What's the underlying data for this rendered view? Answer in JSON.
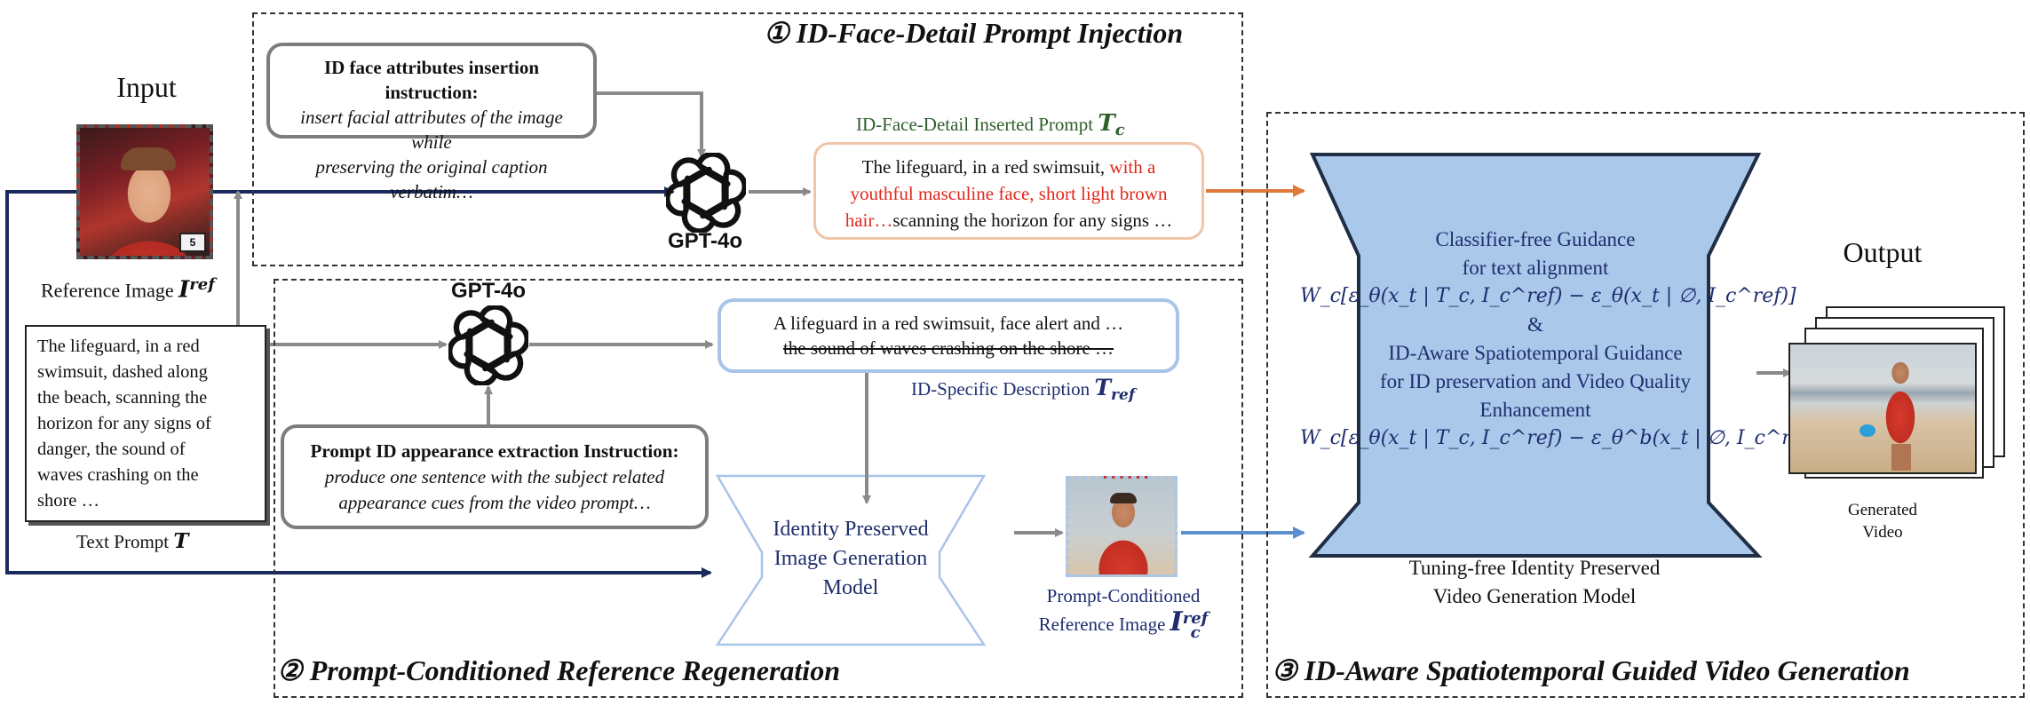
{
  "sections": {
    "s1": "① ID-Face-Detail Prompt Injection",
    "s2": "② Prompt-Conditioned Reference Regeneration",
    "s3": "③ ID-Aware Spatiotemporal Guided Video Generation"
  },
  "input": {
    "heading": "Input",
    "ref_image_label": "Reference Image",
    "ref_image_symbol": "I",
    "ref_image_sup": "ref",
    "text_prompt_lines": [
      "The lifeguard, in a red",
      "swimsuit, dashed along",
      "the beach, scanning the",
      "horizon for any signs of",
      "danger, the sound of",
      "waves crashing on the",
      "shore …"
    ],
    "text_prompt_label": "Text Prompt",
    "text_prompt_symbol": "T"
  },
  "gpt": {
    "label_top": "GPT-4o",
    "label_bottom": "GPT-4o",
    "icon_name": "openai-logo-icon"
  },
  "insertion_instruction": {
    "title": "ID face attributes insertion instruction:",
    "body_lines": [
      "insert facial attributes of the image while",
      "preserving the original caption verbatim…"
    ]
  },
  "extraction_instruction": {
    "title": "Prompt ID appearance extraction Instruction:",
    "body_lines": [
      "produce one sentence with the subject related",
      "appearance cues  from the video prompt…"
    ]
  },
  "inserted_prompt": {
    "label": "ID-Face-Detail Inserted Prompt",
    "symbol": "T",
    "sub": "c",
    "line1_plain": "The lifeguard, in a red swimsuit, ",
    "line1_red": "with a",
    "line2_red": "youthful masculine face, short light brown",
    "line3_red": "hair…",
    "line3_plain": "scanning the horizon for any signs …"
  },
  "id_description": {
    "line1": "A lifeguard in a red swimsuit, face alert and …",
    "line2": "the sound of waves crashing on the shore …",
    "label": "ID-Specific Description",
    "symbol": "T",
    "sub": "ref"
  },
  "image_gen_model": {
    "lines": [
      "Identity Preserved",
      "Image Generation",
      "Model"
    ]
  },
  "prompt_conditioned_ref": {
    "line1": "Prompt-Conditioned",
    "line2": "Reference Image",
    "symbol": "I",
    "sub": "c",
    "sup": "ref"
  },
  "video_model": {
    "guidance1_lines": [
      "Classifier-free Guidance",
      "for text alignment"
    ],
    "formula1": "W_c[ε_θ(x_t | T_c, I_c^ref) − ε_θ(x_t | ∅, I_c^ref)]",
    "ampersand": "&",
    "guidance2_lines": [
      "ID-Aware Spatiotemporal Guidance",
      "for ID preservation and Video Quality",
      "Enhancement"
    ],
    "formula2": "W_c[ε_θ(x_t | T_c, I_c^ref) − ε_θ^b(x_t | ∅, I_c^ref)]",
    "caption_lines": [
      "Tuning-free Identity Preserved",
      "Video Generation Model"
    ]
  },
  "output": {
    "heading": "Output",
    "caption_lines": [
      "Generated",
      "Video"
    ]
  },
  "colors": {
    "navy_arrow": "#1a2a5e",
    "gray_arrow": "#8a8a8a",
    "orange_arrow": "#e07a3a",
    "blue_arrow": "#5b8fd0",
    "model_fill": "#a9c8ea",
    "light_blue_border": "#a7c5e8",
    "orange_border": "#f0c4a6"
  }
}
